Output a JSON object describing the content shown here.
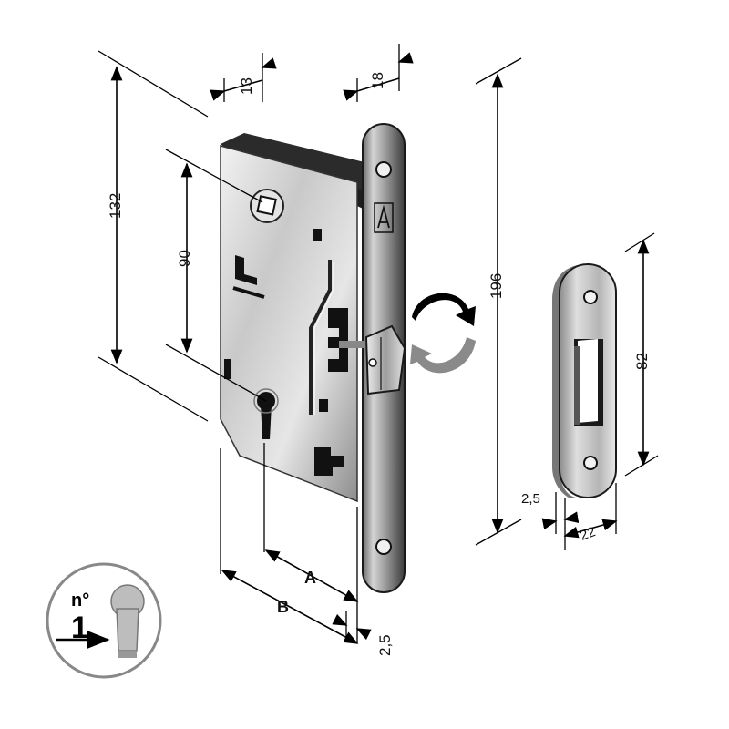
{
  "dimensions": {
    "d13": "13",
    "d18": "18",
    "d132": "132",
    "d90": "90",
    "d196": "196",
    "d82": "82",
    "d25_strike": "2,5",
    "d22": "22",
    "label_a": "A",
    "label_b": "B",
    "d25_front": "2,5"
  },
  "badge": {
    "prefix": "n°",
    "number": "1"
  },
  "colors": {
    "metal_light": "#d9d9d9",
    "metal_mid": "#a8a8a8",
    "metal_dark": "#4a4a4a",
    "ink": "#000000",
    "arrow_grey": "#8a8a8a"
  },
  "icons": {
    "rotate_arrow": "reversible-latch-rotate-icon",
    "keyhole": "keyhole-icon"
  }
}
